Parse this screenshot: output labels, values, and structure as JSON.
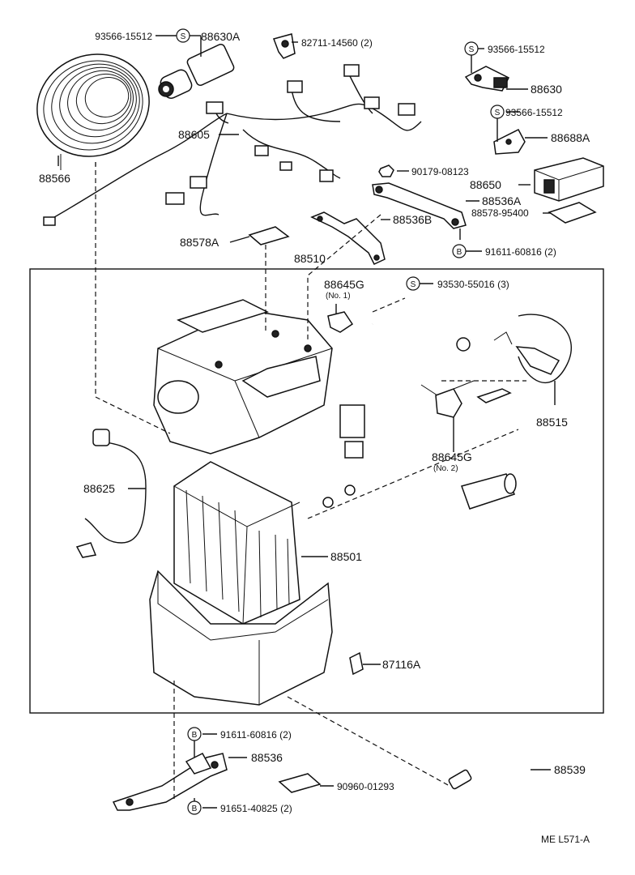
{
  "parts": {
    "p93566_15512_a": "93566-15512",
    "p88630A": "88630A",
    "p82711_14560": "82711-14560 (2)",
    "p93566_15512_b": "93566-15512",
    "p88630": "88630",
    "p93566_15512_c": "93566-15512",
    "p88688A": "88688A",
    "p88566": "88566",
    "p88605": "88605",
    "p90179_08123": "90179-08123",
    "p88650": "88650",
    "p88536A": "88536A",
    "p88536B": "88536B",
    "p88578_95400": "88578-95400",
    "p88578A": "88578A",
    "p91611_60816_a": "91611-60816 (2)",
    "p88510": "88510",
    "p88645G_1": "88645G",
    "p88645G_1_no": "(No. 1)",
    "p93530_55016": "93530-55016 (3)",
    "p88515": "88515",
    "p88645G_2": "88645G",
    "p88645G_2_no": "(No. 2)",
    "p88625": "88625",
    "p88501": "88501",
    "p87116A": "87116A",
    "p91611_60816_b": "91611-60816 (2)",
    "p88536": "88536",
    "p88539": "88539",
    "p90960_01293": "90960-01293",
    "p91651_40825": "91651-40825 (2)",
    "ref": "ME  L571-A"
  },
  "symbols": {
    "s": "S",
    "b": "B"
  }
}
